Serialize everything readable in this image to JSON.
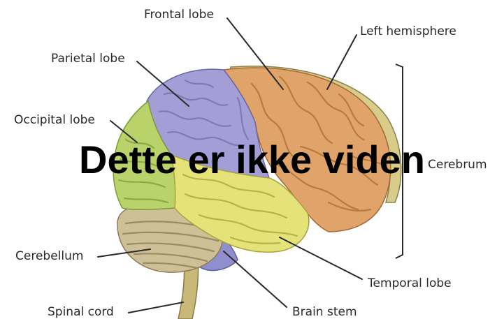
{
  "labels": {
    "frontal": "Frontal lobe",
    "left_hemisphere": "Left hemisphere",
    "parietal": "Parietal lobe",
    "occipital": "Occipital lobe",
    "cerebrum": "Cerebrum",
    "cerebellum": "Cerebellum",
    "temporal": "Temporal lobe",
    "spinal_cord": "Spinal cord",
    "brain_stem": "Brain stem"
  },
  "overlay_text": "Dette er ikke viden",
  "colors": {
    "frontal": "#e0a46a",
    "parietal": "#a39ed6",
    "occipital": "#b9d36a",
    "temporal": "#e6e27a",
    "cerebellum": "#cdbf96",
    "brain_stem": "#8f8fcf",
    "spinal_cord": "#c9b878",
    "hemisphere_edge": "#d8cc8a"
  }
}
